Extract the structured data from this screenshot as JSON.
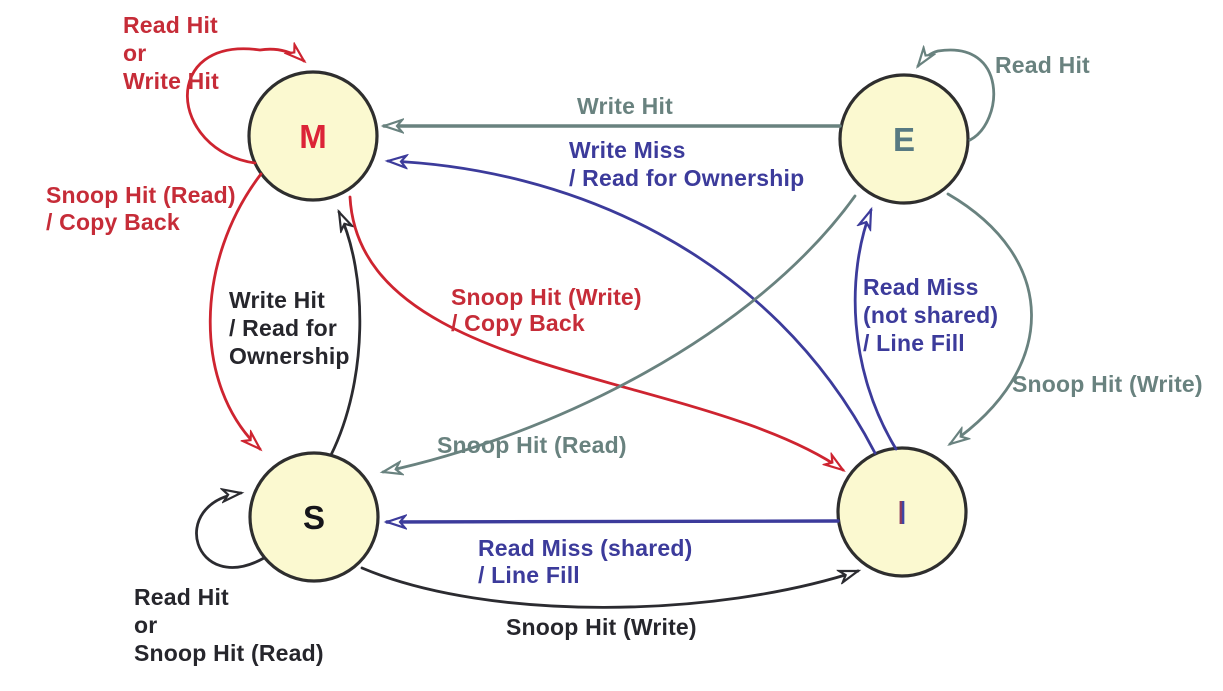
{
  "palette": {
    "red": "#C62C38",
    "slate_gray": "#69827F",
    "purple": "#3C3B9B",
    "black": "#26262C",
    "node_fill": "#FBF9D0",
    "node_border": "#2E2E2E"
  },
  "states": {
    "m": {
      "label": "M",
      "color": "#DC2437"
    },
    "e": {
      "label": "E",
      "color": "#577A82"
    },
    "s": {
      "label": "S",
      "color": "#15151A"
    },
    "i": {
      "label": "I",
      "color": "#3A46A8"
    }
  },
  "labels": {
    "m_self": {
      "lines": [
        "Read Hit",
        "or",
        "Write Hit"
      ],
      "color": "#C62C38"
    },
    "e_self": {
      "lines": [
        "Read Hit"
      ],
      "color": "#69827F"
    },
    "e_to_m": {
      "lines": [
        "Write Hit"
      ],
      "color": "#69827F"
    },
    "i_to_m": {
      "lines": [
        "Write Miss",
        "/ Read for Ownership"
      ],
      "color": "#3C3B9B"
    },
    "m_to_s": {
      "lines": [
        "Snoop Hit (Read)",
        "/ Copy Back"
      ],
      "color": "#C62C38"
    },
    "s_to_m": {
      "lines": [
        "Write Hit",
        "/ Read for",
        "Ownership"
      ],
      "color": "#26262C"
    },
    "m_to_i": {
      "lines": [
        "Snoop Hit (Write)",
        "/ Copy Back"
      ],
      "color": "#C62C38"
    },
    "e_to_s": {
      "lines": [
        "Snoop Hit (Read)"
      ],
      "color": "#69827F"
    },
    "i_to_e": {
      "lines": [
        "Read Miss",
        "(not shared)",
        "/ Line Fill"
      ],
      "color": "#3C3B9B"
    },
    "e_to_i": {
      "lines": [
        "Snoop Hit (Write)"
      ],
      "color": "#69827F"
    },
    "i_to_s": {
      "lines": [
        "Read Miss (shared)",
        "/ Line Fill"
      ],
      "color": "#3C3B9B"
    },
    "s_to_i": {
      "lines": [
        "Snoop Hit (Write)"
      ],
      "color": "#26262C"
    },
    "s_self": {
      "lines": [
        "Read Hit",
        "or",
        "Snoop Hit (Read)"
      ],
      "color": "#26262C"
    }
  }
}
